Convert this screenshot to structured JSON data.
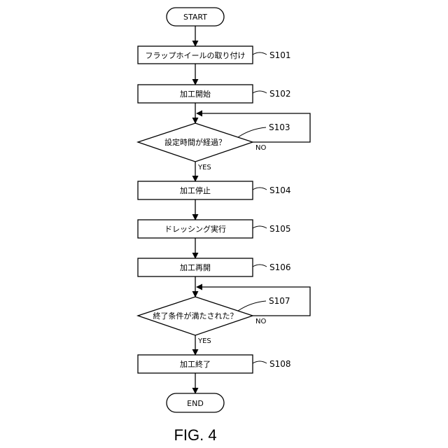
{
  "figure": {
    "title": "FIG. 4"
  },
  "flowchart": {
    "start": {
      "label": "START"
    },
    "s101": {
      "label": "フラップホイールの取り付け",
      "ref": "S101"
    },
    "s102": {
      "label": "加工開始",
      "ref": "S102"
    },
    "s103": {
      "label": "設定時間が経過？",
      "ref": "S103",
      "no_label": "NO",
      "yes_label": "YES"
    },
    "s104": {
      "label": "加工停止",
      "ref": "S104"
    },
    "s105": {
      "label": "ドレッシング実行",
      "ref": "S105"
    },
    "s106": {
      "label": "加工再開",
      "ref": "S106"
    },
    "s107": {
      "label": "終了条件が満たされた？",
      "ref": "S107",
      "no_label": "NO",
      "yes_label": "YES"
    },
    "s108": {
      "label": "加工終了",
      "ref": "S108"
    },
    "end": {
      "label": "END"
    }
  }
}
